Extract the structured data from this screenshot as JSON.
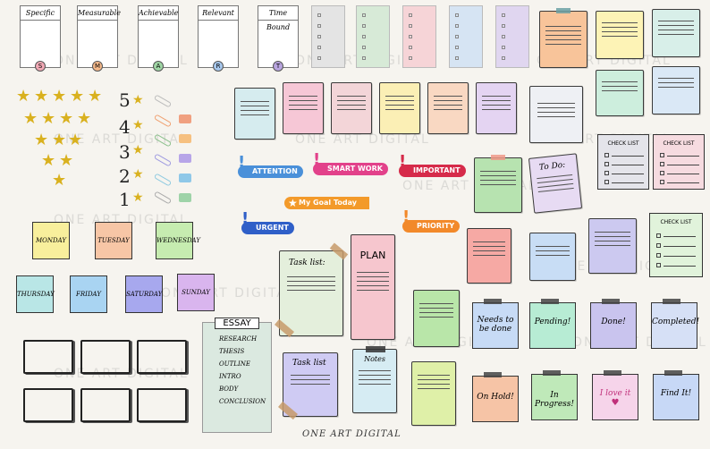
{
  "smart": [
    {
      "label": "Specific",
      "letter": "S",
      "color": "#f2a9b5"
    },
    {
      "label": "Measurable",
      "letter": "M",
      "color": "#f6b98a"
    },
    {
      "label": "Achievable",
      "letter": "A",
      "color": "#9fd6a4"
    },
    {
      "label": "Relevant",
      "letter": "R",
      "color": "#a7c8ee"
    },
    {
      "label": "Time Bound",
      "letter": "T",
      "color": "#b9a5e0"
    }
  ],
  "ratings": [
    "5",
    "4",
    "3",
    "2",
    "1"
  ],
  "badges": {
    "attention": "ATTENTION",
    "smart_work": "SMART WORK",
    "important": "IMPORTANT",
    "goal": "My Goal Today",
    "urgent": "URGENT",
    "priority": "PRIORITY"
  },
  "days": [
    "MONDAY",
    "TUESDAY",
    "WEDNESDAY",
    "THURSDAY",
    "FRIDAY",
    "SATURDAY",
    "SUNDAY"
  ],
  "notes": {
    "task_list_1": "Task list:",
    "plan": "PLAN",
    "task_list_2": "Task list",
    "notes": "Notes",
    "todo": "To Do:",
    "check_list_1": "CHECK LIST",
    "check_list_2": "CHECK LIST",
    "check_list_3": "CHECK LIST"
  },
  "essay": {
    "title": "ESSAY",
    "items": [
      "RESEARCH",
      "THESIS",
      "OUTLINE",
      "INTRO",
      "BODY",
      "CONCLUSION"
    ]
  },
  "status_notes": [
    "Needs to be done",
    "Pending!",
    "Done!",
    "Completed!",
    "On Hold!",
    "In Progress!",
    "I love it",
    "Find It!"
  ],
  "watermark": "ONE ART DIGITAL",
  "footer": "ONE ART DIGITAL"
}
